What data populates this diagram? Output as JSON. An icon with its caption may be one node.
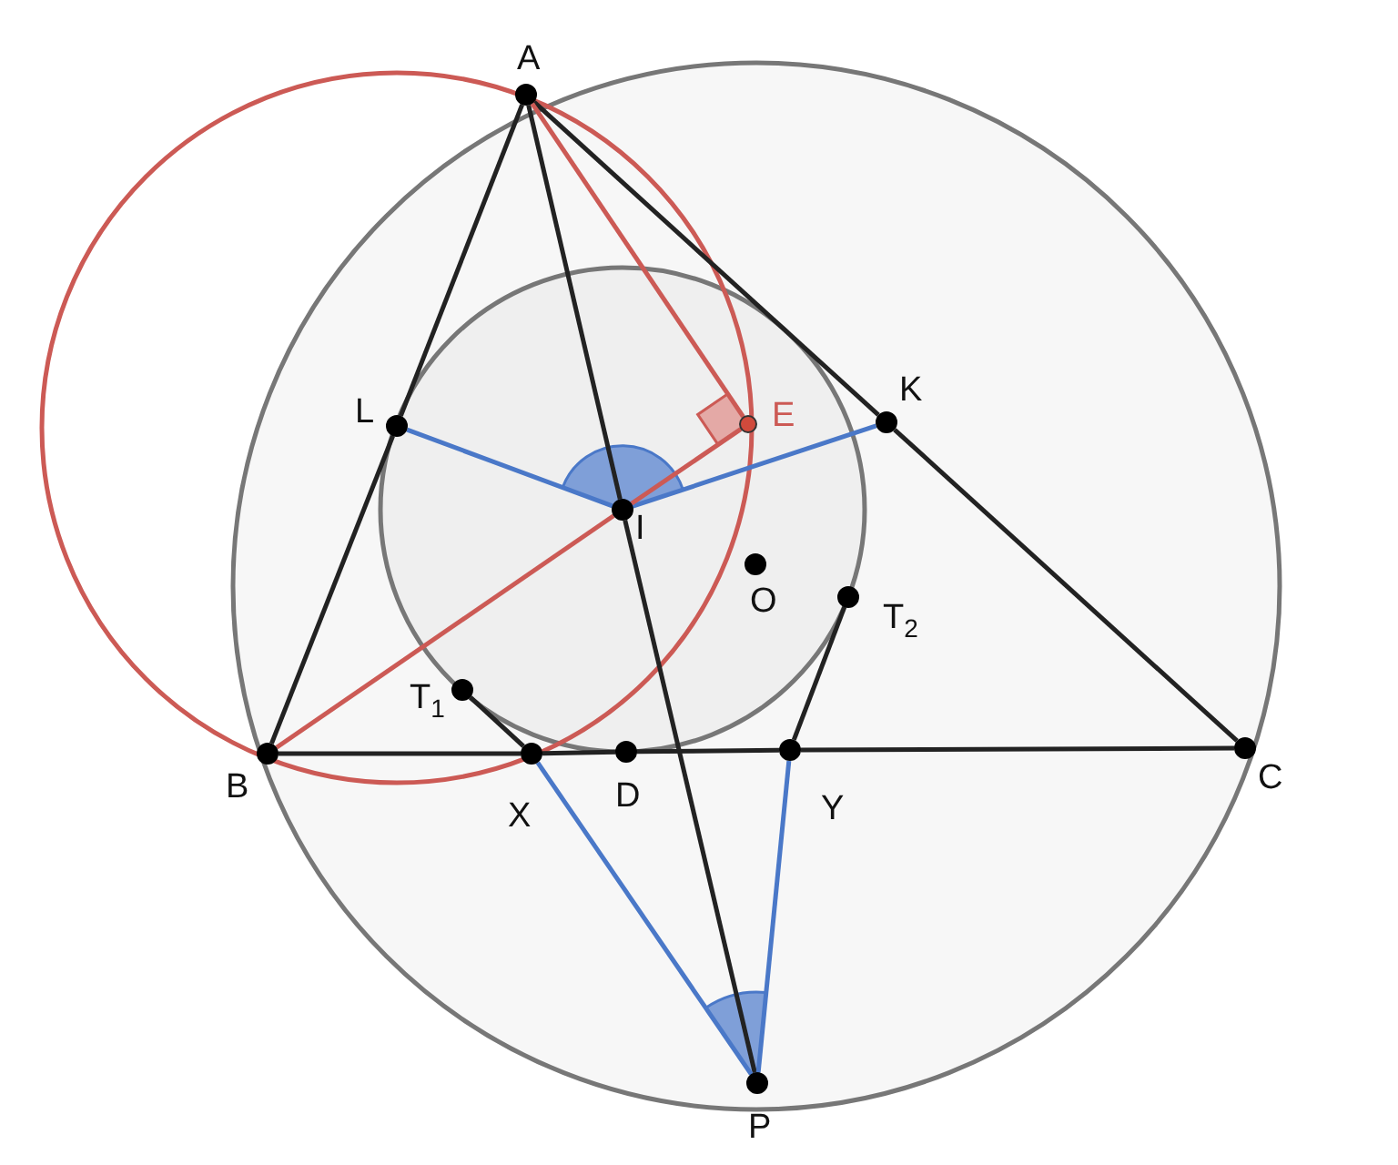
{
  "diagram": {
    "nodes": [
      {
        "text": [
          "A"
        ]
      },
      {
        "text": [
          "L"
        ]
      },
      {
        "text": [
          "E"
        ]
      },
      {
        "text": [
          "K"
        ]
      },
      {
        "text": [
          "I"
        ]
      },
      {
        "text": [
          "O"
        ]
      },
      {
        "text": [
          "T$_{2}$"
        ]
      },
      {
        "text": [
          "T$_{1}$"
        ]
      },
      {
        "text": [
          "B"
        ]
      },
      {
        "text": [
          "X"
        ]
      },
      {
        "text": [
          "D"
        ]
      },
      {
        "text": [
          "Y"
        ]
      },
      {
        "text": [
          "C"
        ]
      },
      {
        "text": [
          "P"
        ]
      }
    ],
    "edges": [
      {
        "from": 0,
        "to": 1,
        "arrow": "none"
      },
      {
        "from": 1,
        "to": 8,
        "arrow": "none"
      },
      {
        "from": 0,
        "to": 3,
        "arrow": "none"
      },
      {
        "from": 3,
        "to": 12,
        "arrow": "none"
      },
      {
        "from": 8,
        "to": 9,
        "arrow": "none"
      },
      {
        "from": 9,
        "to": 10,
        "arrow": "none"
      },
      {
        "from": 10,
        "to": 11,
        "arrow": "none"
      },
      {
        "from": 11,
        "to": 12,
        "arrow": "none"
      },
      {
        "from": 0,
        "to": 4,
        "arrow": "none"
      },
      {
        "from": 4,
        "to": 13,
        "arrow": "none"
      },
      {
        "from": 7,
        "to": 9,
        "arrow": "none"
      },
      {
        "from": 6,
        "to": 11,
        "arrow": "none"
      },
      {
        "from": 9,
        "to": 13,
        "arrow": "none",
        "color": "#4a78c8"
      },
      {
        "from": 11,
        "to": 13,
        "arrow": "none",
        "color": "#4a78c8"
      },
      {
        "from": 1,
        "to": 4,
        "arrow": "none",
        "color": "#4a78c8"
      },
      {
        "from": 4,
        "to": 3,
        "arrow": "none",
        "color": "#4a78c8"
      },
      {
        "from": 0,
        "to": 2,
        "arrow": "none",
        "color": "#cc5a55"
      },
      {
        "from": 8,
        "to": 4,
        "arrow": "none",
        "color": "#cc5a55"
      },
      {
        "from": 4,
        "to": 2,
        "arrow": "none",
        "color": "#cc5a55"
      }
    ]
  }
}
